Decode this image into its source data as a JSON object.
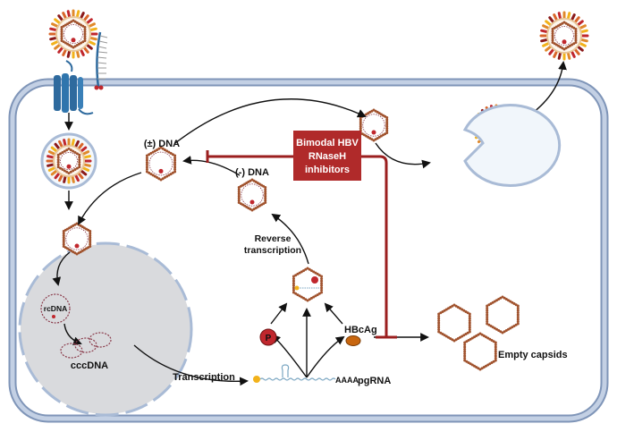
{
  "title": "HBV replication cycle and bimodal RNaseH inhibitor action",
  "colors": {
    "membrane": "#a9bbd6",
    "membrane_edge": "#7f95b8",
    "nucleus": "#d9dadd",
    "capsid_dots": "#a0522d",
    "inhibitor": "#b02a2a",
    "inhibitor_line": "#9b1f1f",
    "arrow": "#111111",
    "receptor": "#2e6a9e",
    "polymerase": "#c0272d",
    "hbcag": "#c8660f",
    "cap": "#f2b21b",
    "rna": "#7aa6c2"
  },
  "labels": {
    "plus_minus_dna": "(±) DNA",
    "minus_dna": "(-) DNA",
    "reverse_transcription_1": "Reverse",
    "reverse_transcription_2": "transcription",
    "inhibitor_1": "Bimodal HBV",
    "inhibitor_2": "RNaseH",
    "inhibitor_3": "inhibitors",
    "rcdna": "rcDNA",
    "cccdna": "cccDNA",
    "transcription": "Transcription",
    "polymerase": "P",
    "hbcag": "HBcAg",
    "polya": "AAAA",
    "pgrna": "pgRNA",
    "empty_capsids": "Empty capsids"
  }
}
